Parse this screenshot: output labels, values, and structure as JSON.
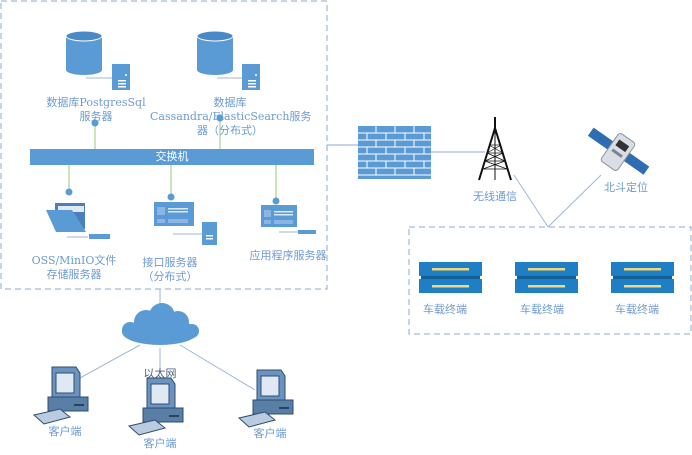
{
  "diagram": {
    "server_zone": {
      "db_postgres": {
        "line1": "数据库PostgresSql",
        "line2": "服务器"
      },
      "db_cassandra": {
        "line1": "数据库",
        "line2": "Cassandra/ElasticSearch服务",
        "line3": "器（分布式）"
      },
      "switch": {
        "label": "交换机"
      },
      "oss_server": {
        "line1": "OSS/MinIO文件",
        "line2": "存储服务器"
      },
      "api_server": {
        "line1": "接口服务器",
        "line2": "（分布式）"
      },
      "app_server": {
        "label": "应用程序服务器"
      }
    },
    "wireless": {
      "label": "无线通信"
    },
    "beidou": {
      "label": "北斗定位"
    },
    "vehicle_zone": {
      "terminals": [
        {
          "label": "车载终端"
        },
        {
          "label": "车载终端"
        },
        {
          "label": "车载终端"
        }
      ]
    },
    "ethernet": {
      "label": "以太网"
    },
    "clients": [
      {
        "label": "客户端"
      },
      {
        "label": "客户端"
      },
      {
        "label": "客户端"
      }
    ],
    "colors": {
      "primary_blue": "#5b9bd5",
      "dashed_border": "#8fa9d0",
      "label_blue": "#6d9bd1",
      "connector_green": "#a9d18e",
      "terminal_blue": "#1f7fc4",
      "terminal_stripe": "#f2d680"
    }
  }
}
